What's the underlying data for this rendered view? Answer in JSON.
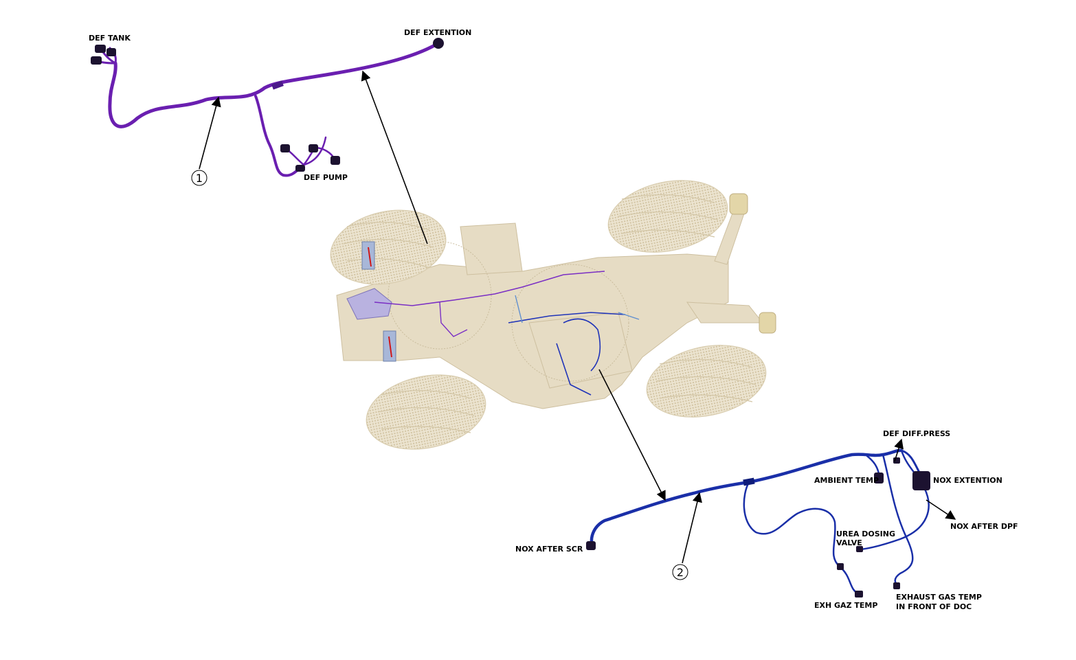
{
  "labels": {
    "def_tank": "DEF TANK",
    "def_extention": "DEF EXTENTION",
    "def_pump": "DEF PUMP",
    "def_diff_press": "DEF DIFF.PRESS",
    "ambient_temp": "AMBIENT TEMP",
    "nox_extention": "NOX EXTENTION",
    "nox_after_dpf": "NOX AFTER DPF",
    "urea_dosing_valve_line1": "UREA DOSING",
    "urea_dosing_valve_line2": "VALVE",
    "nox_after_scr": "NOX AFTER SCR",
    "exh_gaz_temp": "EXH GAZ TEMP",
    "exhaust_gas_temp_line1": "EXHAUST GAS TEMP",
    "exhaust_gas_temp_line2": "IN FRONT OF DOC"
  },
  "callouts": {
    "harness_1": "1",
    "harness_2": "2"
  },
  "colors": {
    "harness_1": "#6a1fb0",
    "harness_2": "#1a2fa8",
    "chassis": "#e6dcc4",
    "leader": "#000000"
  }
}
